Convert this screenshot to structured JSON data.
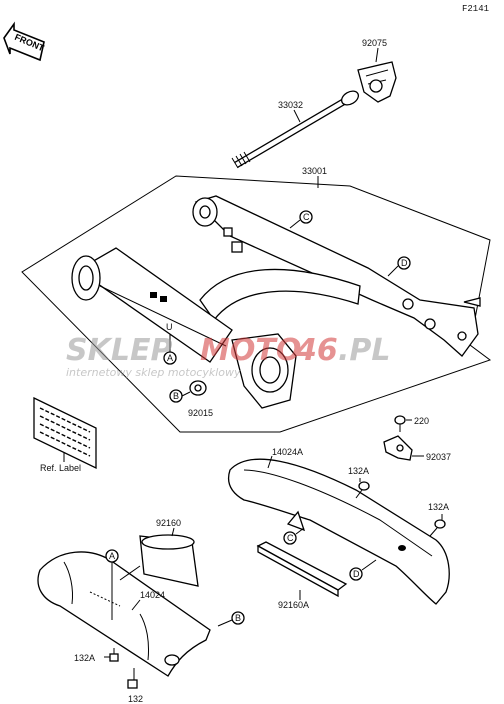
{
  "diagram_code": "F2141",
  "front_label": "FRONT",
  "parts": {
    "p92075": "92075",
    "p33032": "33032",
    "p33001": "33001",
    "p92015": "92015",
    "p220": "220",
    "p92037": "92037",
    "p14024A": "14024A",
    "p132A_1": "132A",
    "p132A_2": "132A",
    "p132A_3": "132A",
    "p92160": "92160",
    "p14024": "14024",
    "p92160A": "92160A",
    "p132": "132"
  },
  "ref_label": "Ref. Label",
  "markers": {
    "c1": "C",
    "d1": "D",
    "a1": "A",
    "b1": "B",
    "c2": "C",
    "d2": "D",
    "a2": "A",
    "b2": "B"
  },
  "watermark": {
    "brand_a": "SKLEP",
    "brand_b": "MOTO",
    "brand_c": "46",
    "brand_d": ".PL",
    "tagline": "internetowy sklep motocyklowy",
    "color_a": "#9a9a9a",
    "color_b": "#d23a3a"
  }
}
